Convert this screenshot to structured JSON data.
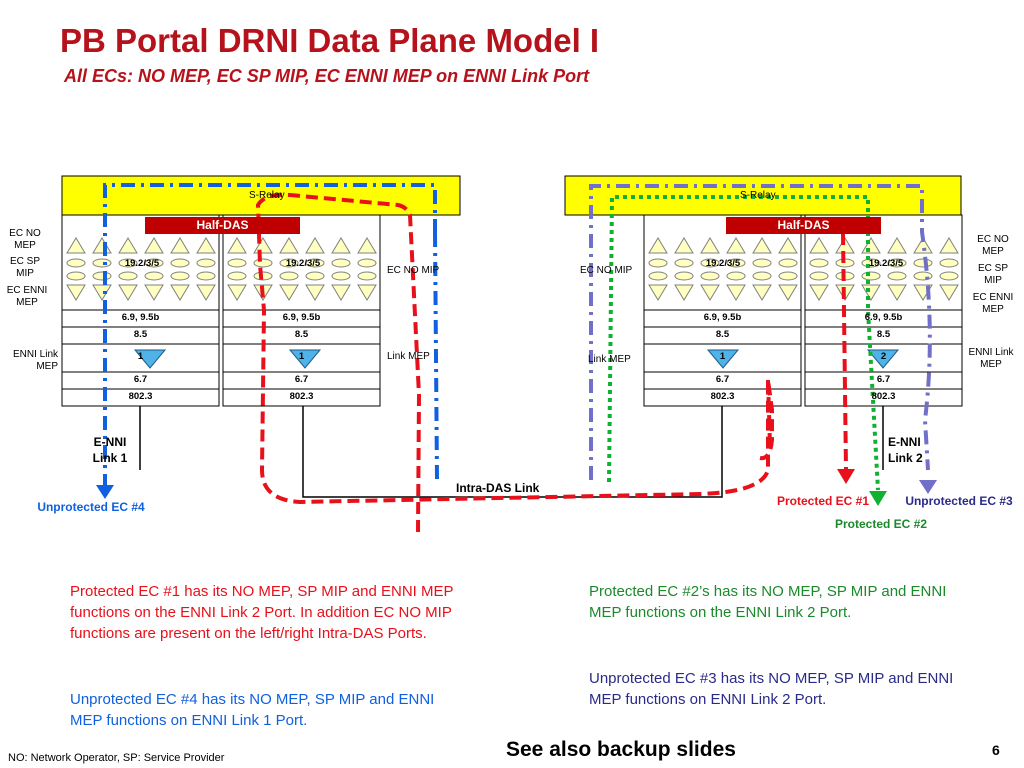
{
  "title": "PB Portal DRNI Data Plane Model I",
  "subtitle": "All ECs: NO MEP, EC SP MIP, EC ENNI MEP on ENNI Link Port",
  "left_node": {
    "relay_label": "S-Relay",
    "half_das_label": "Half-DAS",
    "port1_layers": {
      "top": "19.2/3/5",
      "l1": "6.9, 9.5b",
      "l2": "8.5",
      "l3": "1",
      "l4": "6.7",
      "l5": "802.3"
    },
    "port2_layers": {
      "top": "19.2/3/5",
      "l1": "6.9, 9.5b",
      "l2": "8.5",
      "l3": "1",
      "l4": "6.7",
      "l5": "802.3"
    },
    "side_labels": [
      "EC NO MEP",
      "EC SP MIP",
      "EC ENNI MEP"
    ],
    "link_mep_label": "ENNI Link MEP",
    "ec_no_mip_label": "EC NO MIP",
    "intra_link_mep_label": "Link MEP",
    "enni_link_label": "E-NNI Link 1"
  },
  "right_node": {
    "relay_label": "S-Relay",
    "half_das_label": "Half-DAS",
    "port1_layers": {
      "top": "19.2/3/5",
      "l1": "6.9, 9.5b",
      "l2": "8.5",
      "l3": "1",
      "l4": "6.7",
      "l5": "802.3"
    },
    "port2_layers": {
      "top": "19.2/3/5",
      "l1": "6.9, 9.5b",
      "l2": "8.5",
      "l3": "2",
      "l4": "6.7",
      "l5": "802.3"
    },
    "side_labels": [
      "EC NO MEP",
      "EC SP MIP",
      "EC ENNI MEP"
    ],
    "link_mep_label": "ENNI Link MEP",
    "ec_no_mip_label": "EC NO MIP",
    "intra_link_mep_label": "Link MEP",
    "enni_link_label": "E-NNI Link 2"
  },
  "intra_das_link_label": "Intra-DAS Link",
  "ec_labels": {
    "unprotected_4": "Unprotected EC #4",
    "protected_1": "Protected EC #1",
    "protected_2": "Protected EC #2",
    "unprotected_3": "Unprotected EC #3"
  },
  "paragraphs": {
    "left_1": "Protected EC #1 has its NO MEP, SP MIP and ENNI MEP functions on the ENNI Link 2 Port. In addition EC NO MIP functions are present on the left/right Intra-DAS Ports.",
    "left_2": "Unprotected EC #4 has its NO MEP, SP MIP and ENNI MEP functions on ENNI Link 1 Port.",
    "right_1": "Protected EC #2’s has its NO MEP, SP MIP and ENNI MEP functions on the ENNI Link 2 Port.",
    "right_2": "Unprotected EC #3 has its NO MEP, SP MIP and ENNI MEP functions on ENNI Link 2 Port."
  },
  "footnote": "NO: Network Operator, SP: Service Provider",
  "backup_note": "See also backup slides",
  "page_number": "6",
  "colors": {
    "title": "#b5121b",
    "relay_fill": "#ffff00",
    "half_das": "#c00000",
    "ec1": "#e8101a",
    "ec2": "#10b030",
    "ec3": "#7070c8",
    "ec4": "#1060e0",
    "text_green": "#1a8a2a",
    "text_navy": "#2a2a8a"
  }
}
